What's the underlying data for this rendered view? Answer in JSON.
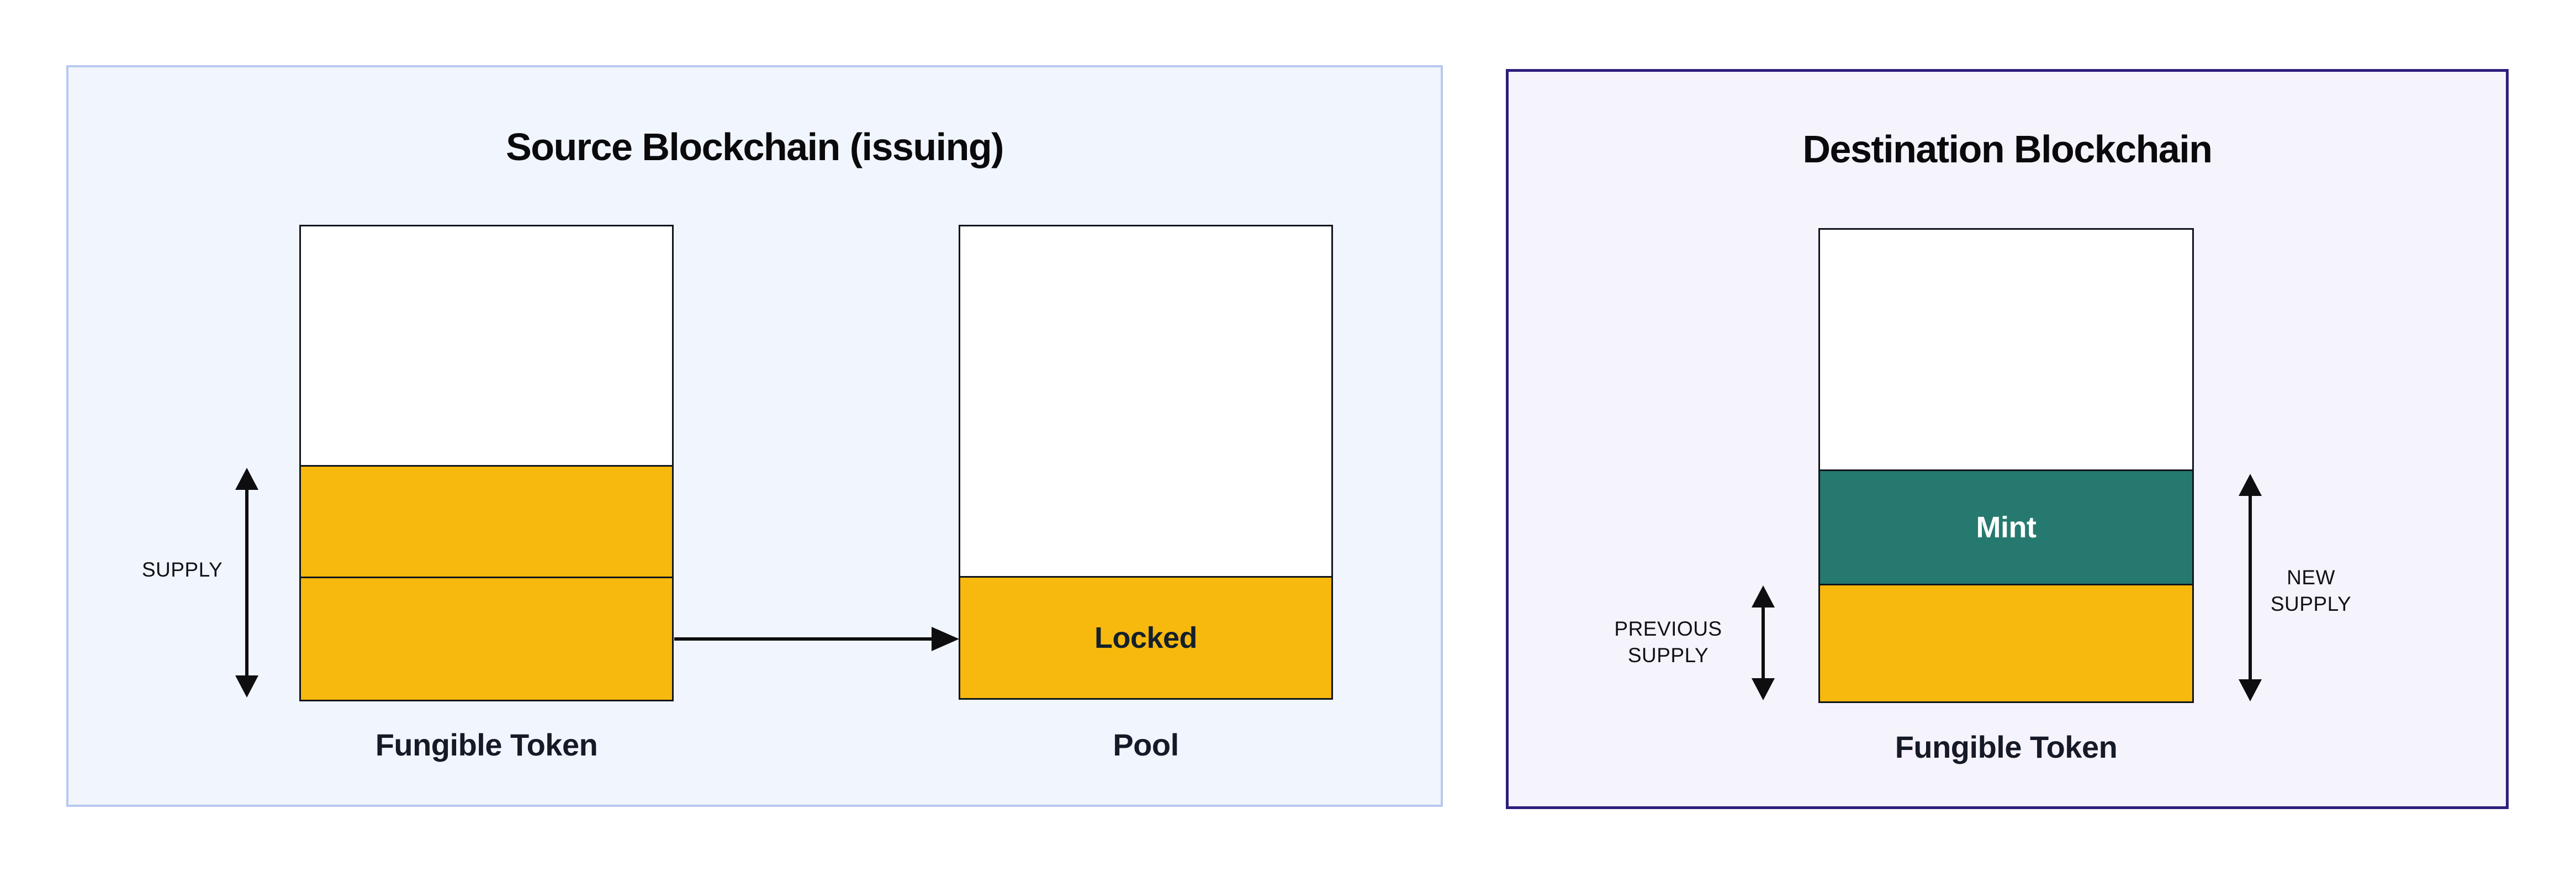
{
  "source_panel": {
    "title": "Source Blockchain (issuing)",
    "supply_label": "SUPPLY",
    "fungible_token_caption": "Fungible Token",
    "locked_label": "Locked",
    "pool_caption": "Pool"
  },
  "destination_panel": {
    "title": "Destination Blockchain",
    "mint_label": "Mint",
    "previous_supply_label": "PREVIOUS SUPPLY",
    "new_supply_label": "NEW SUPPLY",
    "fungible_token_caption": "Fungible Token"
  },
  "colors": {
    "token_yellow": "#F7B90D",
    "mint_teal": "#26796E",
    "source_panel_bg": "#F1F5FD",
    "source_panel_border": "#B7C9F1",
    "destination_panel_bg": "#F5F3FB",
    "destination_panel_border": "#2E1D7D",
    "bar_outline": "#10151D",
    "arrow_black": "#0E0E10"
  }
}
